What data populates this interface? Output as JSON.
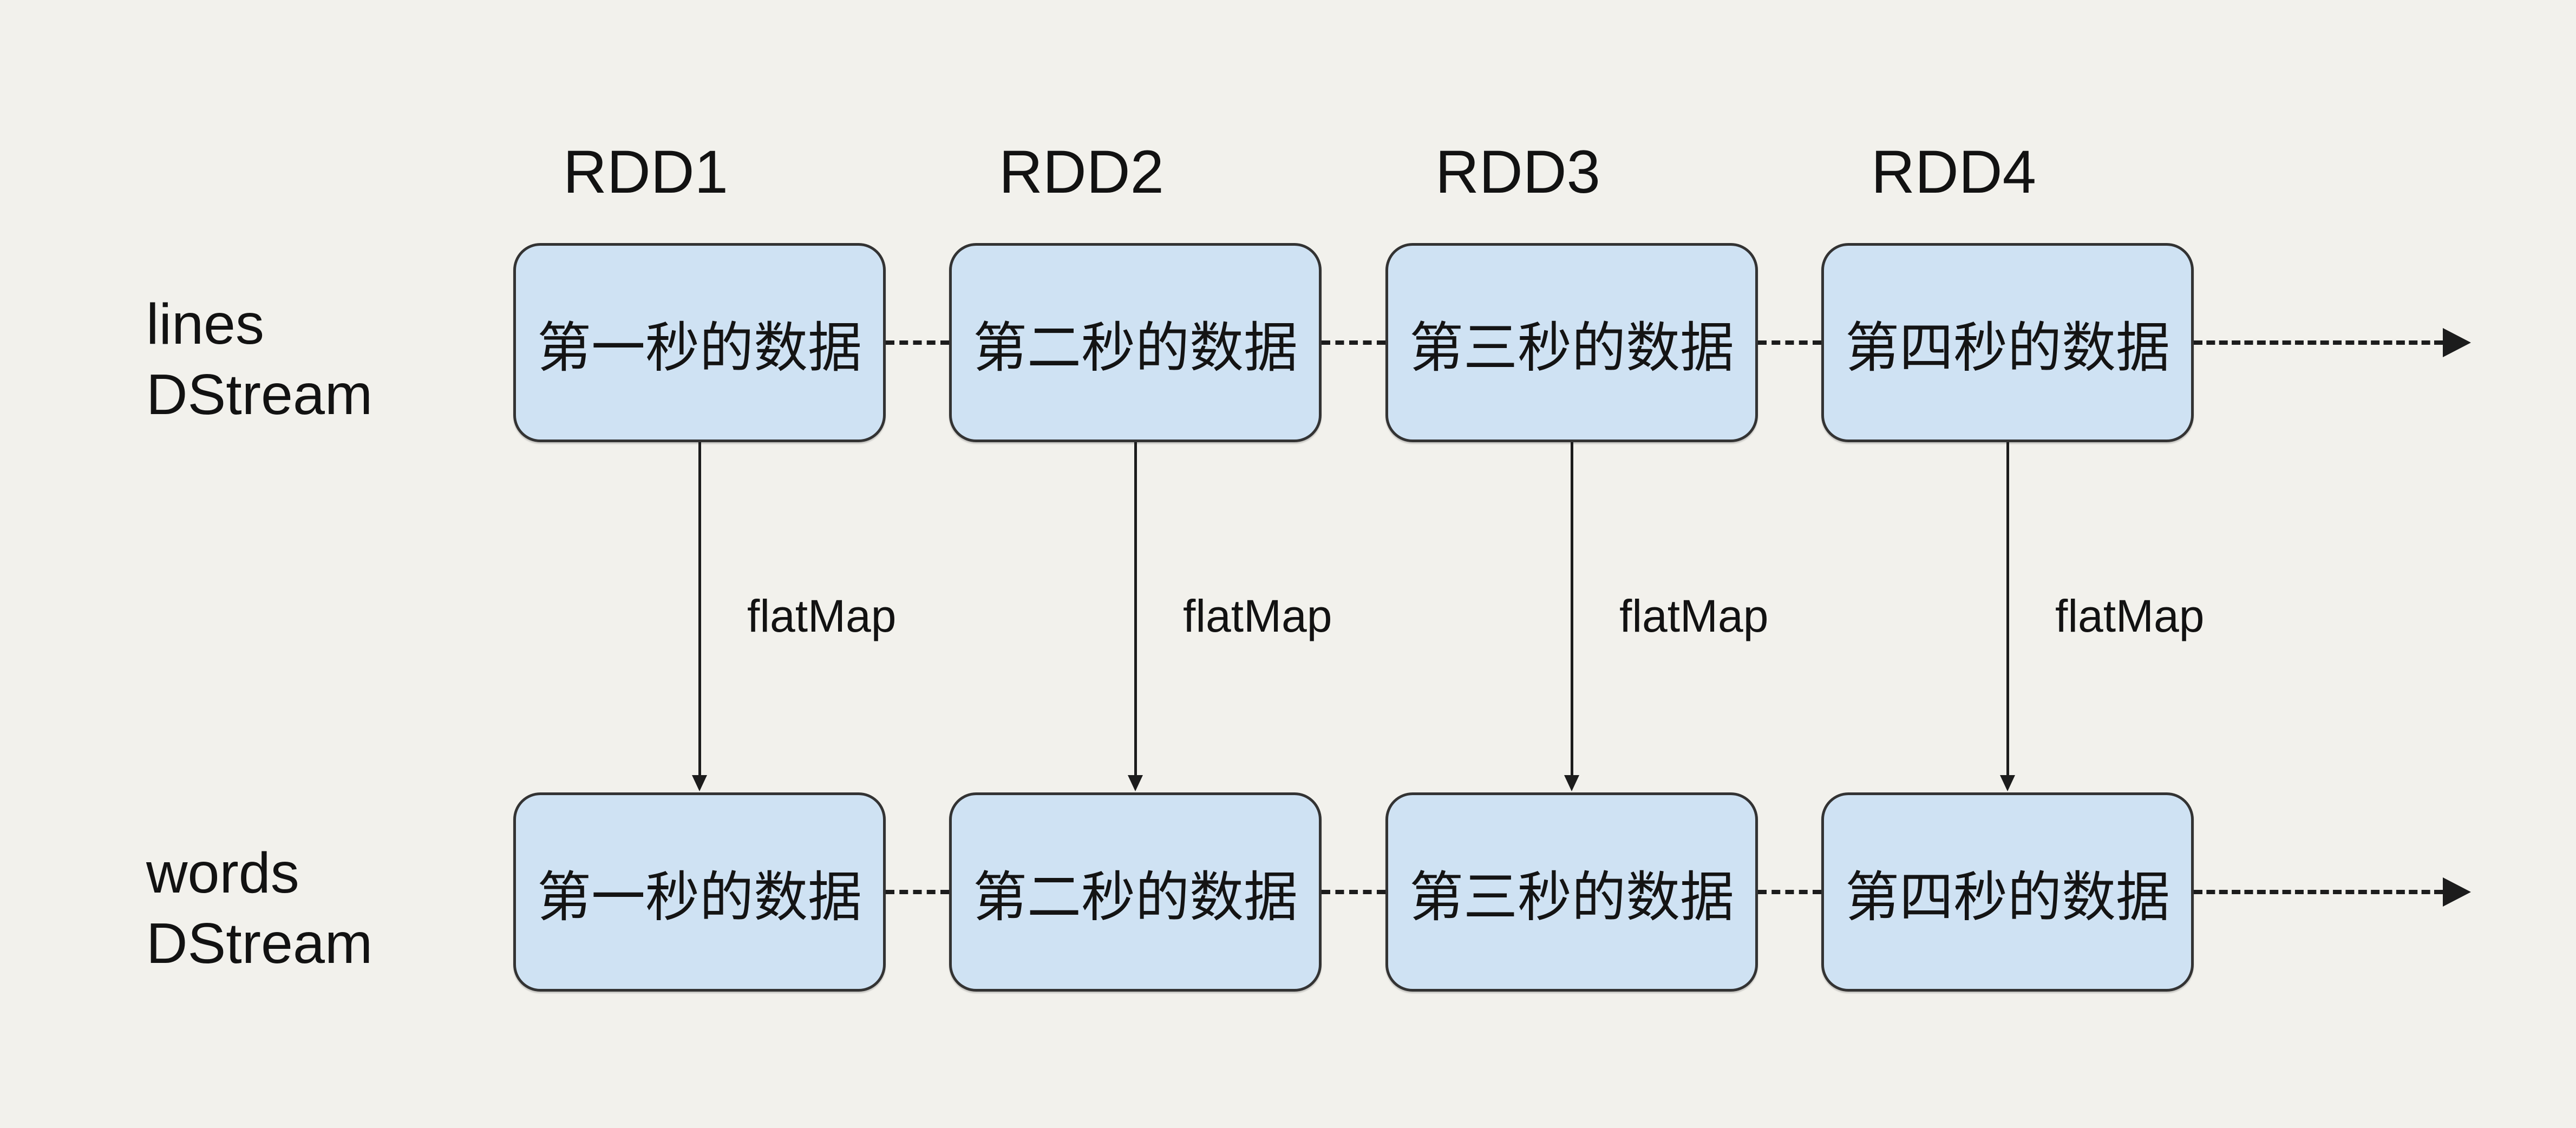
{
  "diagram": {
    "colors": {
      "background": "#f2f1ec",
      "box_fill": "#cfe2f3",
      "box_border": "#333333",
      "line": "#1c1c1c",
      "text": "#141414"
    },
    "row_labels": [
      {
        "line1": "lines",
        "line2": "DStream"
      },
      {
        "line1": "words",
        "line2": "DStream"
      }
    ],
    "columns": [
      {
        "rdd_label": "RDD1",
        "box_text": "第一秒的数据",
        "transform": "flatMap"
      },
      {
        "rdd_label": "RDD2",
        "box_text": "第二秒的数据",
        "transform": "flatMap"
      },
      {
        "rdd_label": "RDD3",
        "box_text": "第三秒的数据",
        "transform": "flatMap"
      },
      {
        "rdd_label": "RDD4",
        "box_text": "第四秒的数据",
        "transform": "flatMap"
      }
    ]
  }
}
